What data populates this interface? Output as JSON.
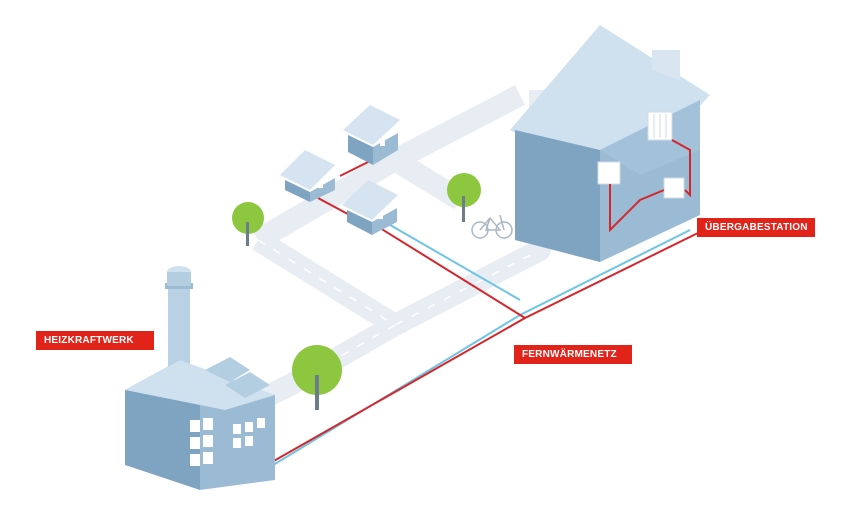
{
  "labels": {
    "power_plant": "HEIZKRAFTWERK",
    "district_heating_network": "FERNWÄRMENETZ",
    "transfer_station": "ÜBERGABESTATION"
  },
  "colors": {
    "label_bg": "#e2231a",
    "supply_pipe": "#d4262b",
    "return_pipe": "#6ec4e6",
    "road": "#e4ebf1",
    "building_front": "#7fa4c2",
    "building_side": "#9bbbd5",
    "roof": "#cfe0ee",
    "tree": "#8dc63f"
  },
  "icons": [
    "factory-icon",
    "house-icon",
    "tree-icon",
    "bicycle-icon",
    "radiator-icon"
  ]
}
